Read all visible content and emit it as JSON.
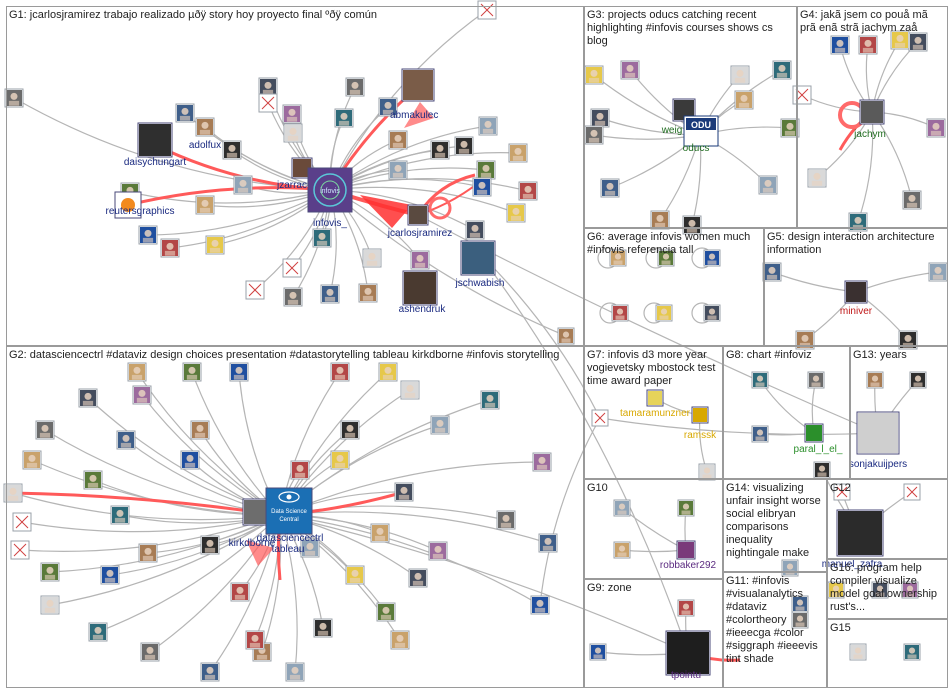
{
  "colors": {
    "edge": "#b5b5b5",
    "edge_strong": "#ff5a5a",
    "label_default": "#1a2a80",
    "label_g3": "#1d6a1d",
    "label_g5": "#c01818",
    "label_g7": "#d8a800",
    "label_g8": "#2b8f2b",
    "label_g10": "#5b2a80",
    "label_g13": "#1a2a80"
  },
  "groups": [
    {
      "id": "G1",
      "title": "G1: jcarlosjramirez trabajo realizado µðÿ story hoy proyecto final ºðÿ común"
    },
    {
      "id": "G2",
      "title": "G2: datasciencectrl #dataviz design choices presentation #datastorytelling tableau kirkdborne #infovis storytelling"
    },
    {
      "id": "G3",
      "title": "G3: projects oducs catching recent highlighting #infovis courses shows cs blog"
    },
    {
      "id": "G4",
      "title": "G4: jakã jsem co pouå mã prã enã strã jachym zaå"
    },
    {
      "id": "G5",
      "title": "G5: design interaction architecture information"
    },
    {
      "id": "G6",
      "title": "G6: average infovis women much #infovis referencia tall"
    },
    {
      "id": "G7",
      "title": "G7: infovis d3 more year vogievetsky mbostock test time award paper"
    },
    {
      "id": "G8",
      "title": "G8: chart #infoviz"
    },
    {
      "id": "G9",
      "title": "G9: zone"
    },
    {
      "id": "G10",
      "title": "G10"
    },
    {
      "id": "G11",
      "title": "G11: #infovis #visualanalytics #dataviz #colortheory #ieeecga #color #siggraph #ieeevis tint shade"
    },
    {
      "id": "G12",
      "title": "G12"
    },
    {
      "id": "G13",
      "title": "G13: years"
    },
    {
      "id": "G14",
      "title": "G14: visualizing unfair insight worse social elibryan comparisons inequality nightingale make"
    },
    {
      "id": "G15",
      "title": "G15"
    },
    {
      "id": "G16",
      "title": "G16: program help compiler visualize model goal ownership rust's..."
    }
  ],
  "labeled_nodes": [
    {
      "label": "abmakulec",
      "group": "G1",
      "icon": "profile-photo"
    },
    {
      "label": "daisychungart",
      "group": "G1",
      "icon": "profile-photo"
    },
    {
      "label": "adolfux",
      "group": "G1",
      "icon": "profile-photo"
    },
    {
      "label": "jzarrac",
      "group": "G1",
      "icon": "profile-photo"
    },
    {
      "label": "reutersgraphics",
      "group": "G1",
      "icon": "reuters-logo"
    },
    {
      "label": "infovis_",
      "group": "G1",
      "icon": "infovis-logo"
    },
    {
      "label": "jcarlosjramirez",
      "group": "G1",
      "icon": "profile-photo"
    },
    {
      "label": "jschwabish",
      "group": "G1",
      "icon": "profile-photo"
    },
    {
      "label": "ashendruk",
      "group": "G1",
      "icon": "profile-photo"
    },
    {
      "label": "weig",
      "group": "G3",
      "icon": "profile-photo"
    },
    {
      "label": "oducs",
      "group": "G3",
      "icon": "odu-logo"
    },
    {
      "label": "jachym",
      "group": "G4",
      "icon": "profile-photo"
    },
    {
      "label": "miniver",
      "group": "G5",
      "icon": "profile-photo"
    },
    {
      "label": "tamaramunzner",
      "group": "G7",
      "icon": "profile-photo"
    },
    {
      "label": "ramssk",
      "group": "G7",
      "icon": "profile-photo"
    },
    {
      "label": "paral_l_el_",
      "group": "G8",
      "icon": "profile-photo"
    },
    {
      "label": "sonjakuijpers",
      "group": "G13",
      "icon": "profile-photo"
    },
    {
      "label": "robbaker292",
      "group": "G10",
      "icon": "profile-photo"
    },
    {
      "label": "manuel_zafra",
      "group": "G12",
      "icon": "profile-photo"
    },
    {
      "label": "tpointu",
      "group": "G9",
      "icon": "profile-photo"
    },
    {
      "label": "kirkdborne",
      "group": "G2",
      "icon": "profile-photo"
    },
    {
      "label": "datasciencectrl",
      "group": "G2",
      "icon": "data-science-central-logo"
    },
    {
      "label": "tableau",
      "group": "G2",
      "icon": "tableau-logo"
    }
  ],
  "logo_text": {
    "infovis": "infovis",
    "odu": "ODU",
    "dsc_line1": "Data Science",
    "dsc_line2": "Central"
  }
}
